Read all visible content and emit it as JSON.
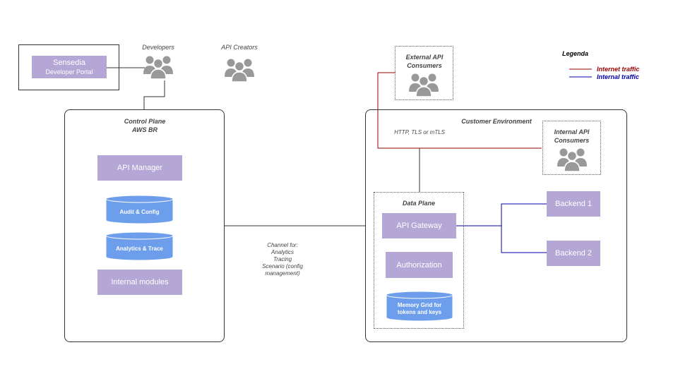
{
  "portal": {
    "title": "Sensedia",
    "subtitle": "Developer Portal"
  },
  "actors": {
    "developers": "Developers",
    "api_creators": "API Creators",
    "external": "External API Consumers",
    "internal": "Internal API Consumers"
  },
  "legend": {
    "title": "Legenda",
    "internet": "Internet traffic",
    "internal": "Internal traffic",
    "internet_color": "#990000",
    "internal_color": "#0000aa"
  },
  "control_plane": {
    "title_line1": "Control Plane",
    "title_line2": "AWS BR",
    "api_manager": "API Manager",
    "audit_db": "Audit & Config",
    "analytics_db": "Analytics & Trace",
    "internal_modules": "Internal modules"
  },
  "channel": {
    "line1": "Channel  for:",
    "line2": "Analytics",
    "line3": "Tracing",
    "line4": "Scenario (config",
    "line5": "management)"
  },
  "customer_env": {
    "title": "Customer Environment",
    "protocols": "HTTP, TLS or mTLS"
  },
  "data_plane": {
    "title": "Data Plane",
    "gateway": "API Gateway",
    "authorization": "Authorization",
    "memory_grid_line1": "Memory Grid for",
    "memory_grid_line2": "tokens and keys"
  },
  "backends": {
    "b1": "Backend 1",
    "b2": "Backend 2"
  }
}
